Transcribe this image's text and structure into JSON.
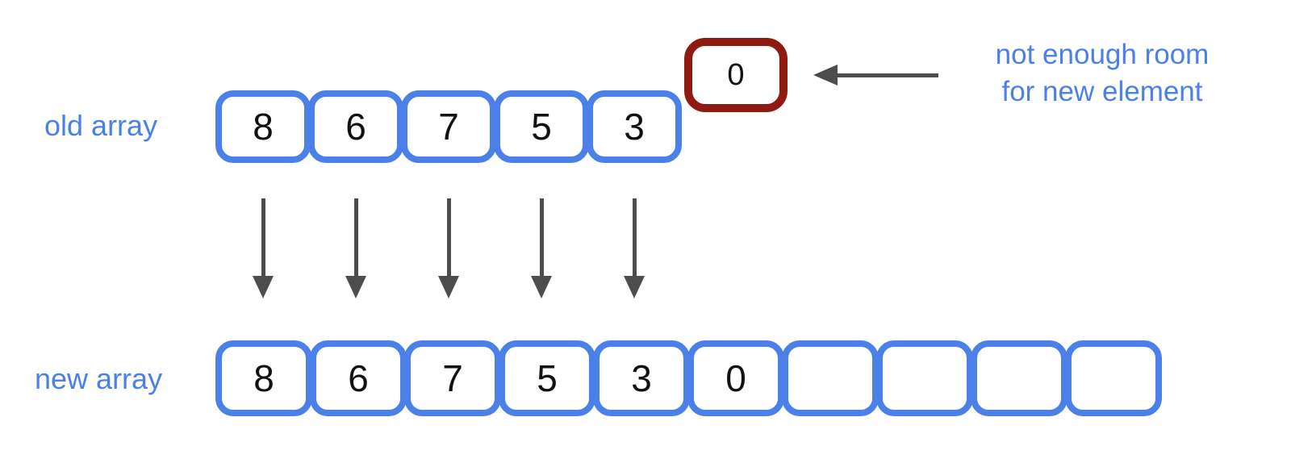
{
  "colors": {
    "array_blue": "#4a80e8",
    "overflow_dark_red": "#8e1a10",
    "arrow_gray": "#4d4d4d",
    "digit_black": "#111111",
    "cell_fill": "#ffffff"
  },
  "old_array": {
    "label": "old array",
    "cells": [
      "8",
      "6",
      "7",
      "5",
      "3"
    ]
  },
  "overflow_element": {
    "value": "0"
  },
  "annotation": {
    "line1": "not enough room",
    "line2": "for new element"
  },
  "new_array": {
    "label": "new array",
    "cells": [
      "8",
      "6",
      "7",
      "5",
      "3",
      "0",
      "",
      "",
      "",
      ""
    ]
  },
  "copy_arrows": {
    "count": 5,
    "centers_x": [
      326,
      441,
      556,
      671,
      786
    ]
  }
}
